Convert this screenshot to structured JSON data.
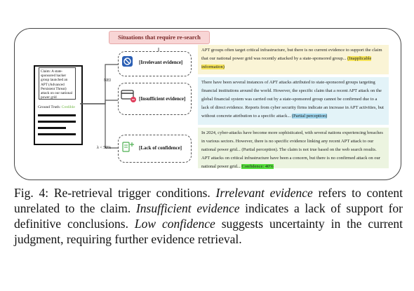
{
  "figure": {
    "title": "Situations that require re-search",
    "claim_text": "Claim: A state-sponsored hacker group launched an APT (Advanced Persistent Threat) attack on our national power grid",
    "ground_truth_label": "Ground Truth:",
    "ground_truth_value": "Credible",
    "edge_labels": {
      "nei": "NEI",
      "lambda": "λ < 50%"
    },
    "reasons": [
      {
        "label": "[Irrelevant evidence]",
        "icon": "prohibited-icon"
      },
      {
        "label": "[Insufficient evidence]",
        "icon": "credit-card-icon"
      },
      {
        "label": "[Lack of confidence]",
        "icon": "edit-plus-icon"
      }
    ],
    "evidence": [
      {
        "text": "APT groups often target critical infrastructure, but there is no current evidence to support the claim that our national power grid was recently attacked by a state-sponsored group...",
        "highlight": "(Inapplicable information)",
        "highlight_color": "#f6e45a"
      },
      {
        "text": "There have been several instances of APT attacks attributed to state-sponsored groups targeting financial institutions around the world. However, the specific claim that a recent APT attack on the global financial system was carried out by a state-sponsored group cannot be confirmed due to a lack of direct evidence. Reports from cyber security firms indicate an increase in APT activities, but without concrete attribution to a specific attack...",
        "highlight": "(Partial perception)",
        "highlight_color": "#9fd6ee"
      },
      {
        "text": "In 2024, cyber-attacks have become more sophisticated, with several nations experiencing breaches in various sectors. However, there is no specific evidence linking any recent APT attack to our national power grid... (Partial perception). The claim is not true based on the web search results. APT attacks on critical infrastructure have been a concern, but there is no confirmed attack on our national power grid...",
        "highlight": "Confidence: 40%",
        "highlight_color": "#55e03a"
      }
    ]
  },
  "caption": {
    "prefix": "Fig. 4: Re-retrieval trigger conditions. ",
    "term1": "Irrelevant evidence",
    "text1": " refers to content unrelated to the claim. ",
    "term2": "Insufficient evidence",
    "text2": " indicates a lack of support for definitive conclusions. ",
    "term3": "Low confidence",
    "text3": " suggests uncertainty in the current judgment, requiring further evidence retrieval."
  }
}
